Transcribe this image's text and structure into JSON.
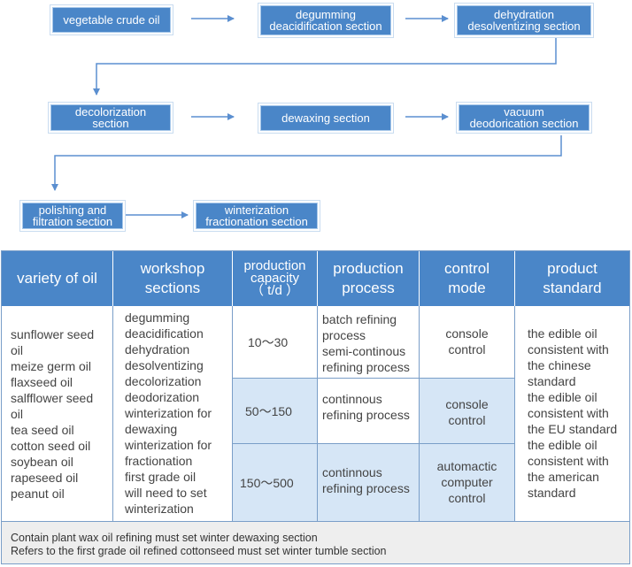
{
  "flow": {
    "steps": [
      "vegetable crude oil",
      "degumming\ndeacidification section",
      "dehydration\ndesolventizing section",
      "decolorization\nsection",
      "dewaxing section",
      "vacuum\ndeodorication section",
      "polishing and\nfiltration section",
      "winterization\nfractionation section"
    ]
  },
  "table": {
    "headers": {
      "variety": "variety of oil",
      "workshop": "workshop\nsections",
      "capacity": "production\ncapacity\n（ t/d ）",
      "process": "production\nprocess",
      "control": "control\nmode",
      "standard": "product\nstandard"
    },
    "variety_text": "sunflower seed\noil\nmeize germ oil\nflaxseed oil\nsalfflower seed\noil\ntea seed oil\ncotton seed oil\nsoybean oil\nrapeseed oil\npeanut oil",
    "workshop_text": "degumming\ndeacidification\ndehydration\ndesolventizing\ndecolorization\ndeodorization\nwinterization for\ndewaxing\nwinterization for\nfractionation\nfirst grade oil\nwill need to set\nwinterization",
    "rows": [
      {
        "capacity": "10～30",
        "process": "batch refining\nprocess\nsemi-continous\nrefining process",
        "control": "console\ncontrol"
      },
      {
        "capacity": "50～150",
        "process": "continnous\nrefining process",
        "control": "console\ncontrol"
      },
      {
        "capacity": "150～500",
        "process": "continnous\nrefining process",
        "control": "automactic\ncomputer\ncontrol"
      }
    ],
    "standard_text": "the edible oil\nconsistent with\nthe chinese\nstandard\nthe edible oil\nconsistent with\nthe EU standard\nthe edible oil\nconsistent with\nthe american\nstandard",
    "footer": [
      "Contain plant wax oil refining must set winter dewaxing section",
      "Refers to the first grade oil refined cottonseed must set winter tumble section"
    ]
  },
  "colors": {
    "accent": "#4a86c8",
    "light_fill": "#d6e6f6",
    "arrow": "#5b8fd0",
    "footer_bg": "#eeeeee"
  }
}
